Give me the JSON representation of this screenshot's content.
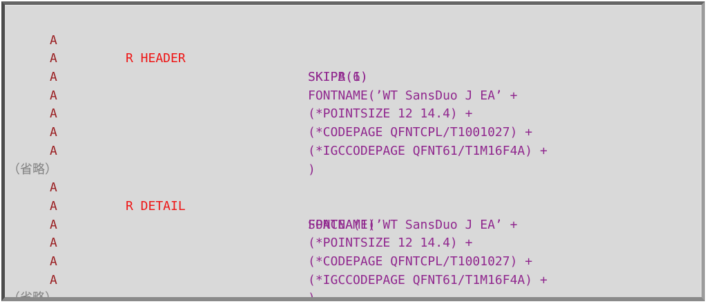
{
  "panel": {
    "background_color": "#d9d9d9",
    "border_color": "#6a6a6a",
    "content_type": "DDS printer file source listing"
  },
  "colors": {
    "sequence_letter": "#991b1e",
    "record_name": "#ee1515",
    "keyword": "#90278e",
    "omitted_marker": "#808080"
  },
  "code": {
    "lines": [
      {
        "seq": "A",
        "record": "R HEADER",
        "keyword": "SKIPB(1)"
      },
      {
        "seq": "A",
        "keyword": "SKIPA(6)"
      },
      {
        "seq": "A",
        "keyword": "FONTNAME(’WT SansDuo J EA’ +"
      },
      {
        "seq": "A",
        "keyword": "(*POINTSIZE 12 14.4) +"
      },
      {
        "seq": "A",
        "keyword": "(*CODEPAGE QFNTCPL/T1001027) +"
      },
      {
        "seq": "A",
        "keyword": "(*IGCCODEPAGE QFNT61/T1M16F4A) +"
      },
      {
        "seq": "A",
        "keyword": ")"
      },
      {
        "omitted": "（省略）"
      },
      {
        "seq": "A",
        "record": "R DETAIL",
        "keyword": "SPACEA(1)"
      },
      {
        "seq": "A",
        "keyword": "FONTNAME(’WT SansDuo J EA’ +"
      },
      {
        "seq": "A",
        "keyword": "(*POINTSIZE 12 14.4) +"
      },
      {
        "seq": "A",
        "keyword": "(*CODEPAGE QFNTCPL/T1001027) +"
      },
      {
        "seq": "A",
        "keyword": "(*IGCCODEPAGE QFNT61/T1M16F4A) +"
      },
      {
        "seq": "A",
        "keyword": ")"
      },
      {
        "omitted": "（省略）"
      }
    ]
  }
}
